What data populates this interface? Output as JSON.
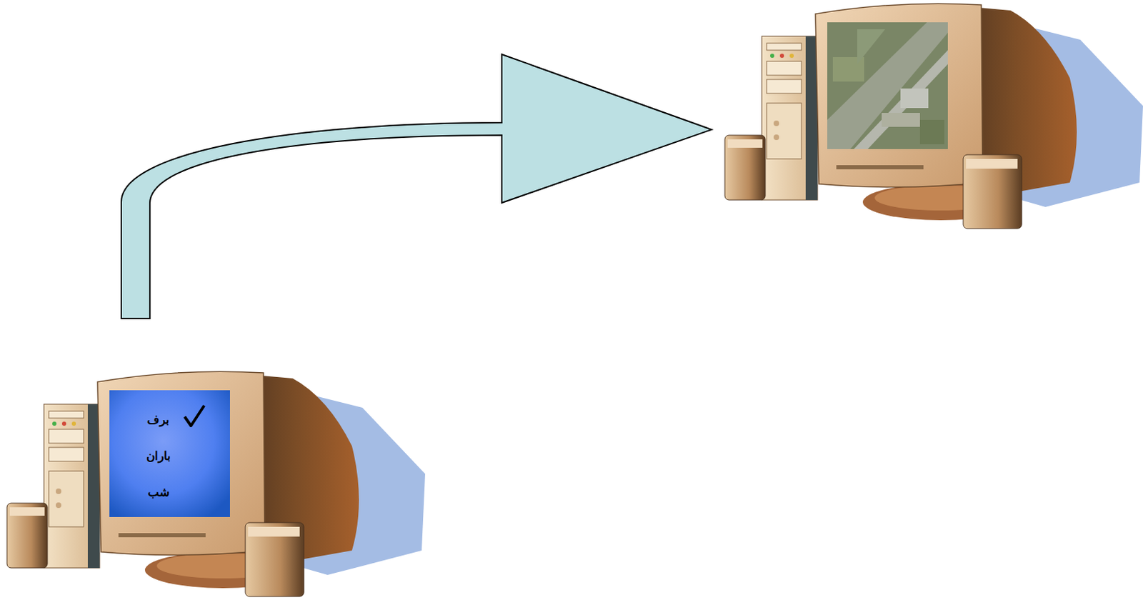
{
  "diagram": {
    "nodes": [
      {
        "text": [
          "برف",
          "باران",
          "شب"
        ]
      }
    ]
  }
}
